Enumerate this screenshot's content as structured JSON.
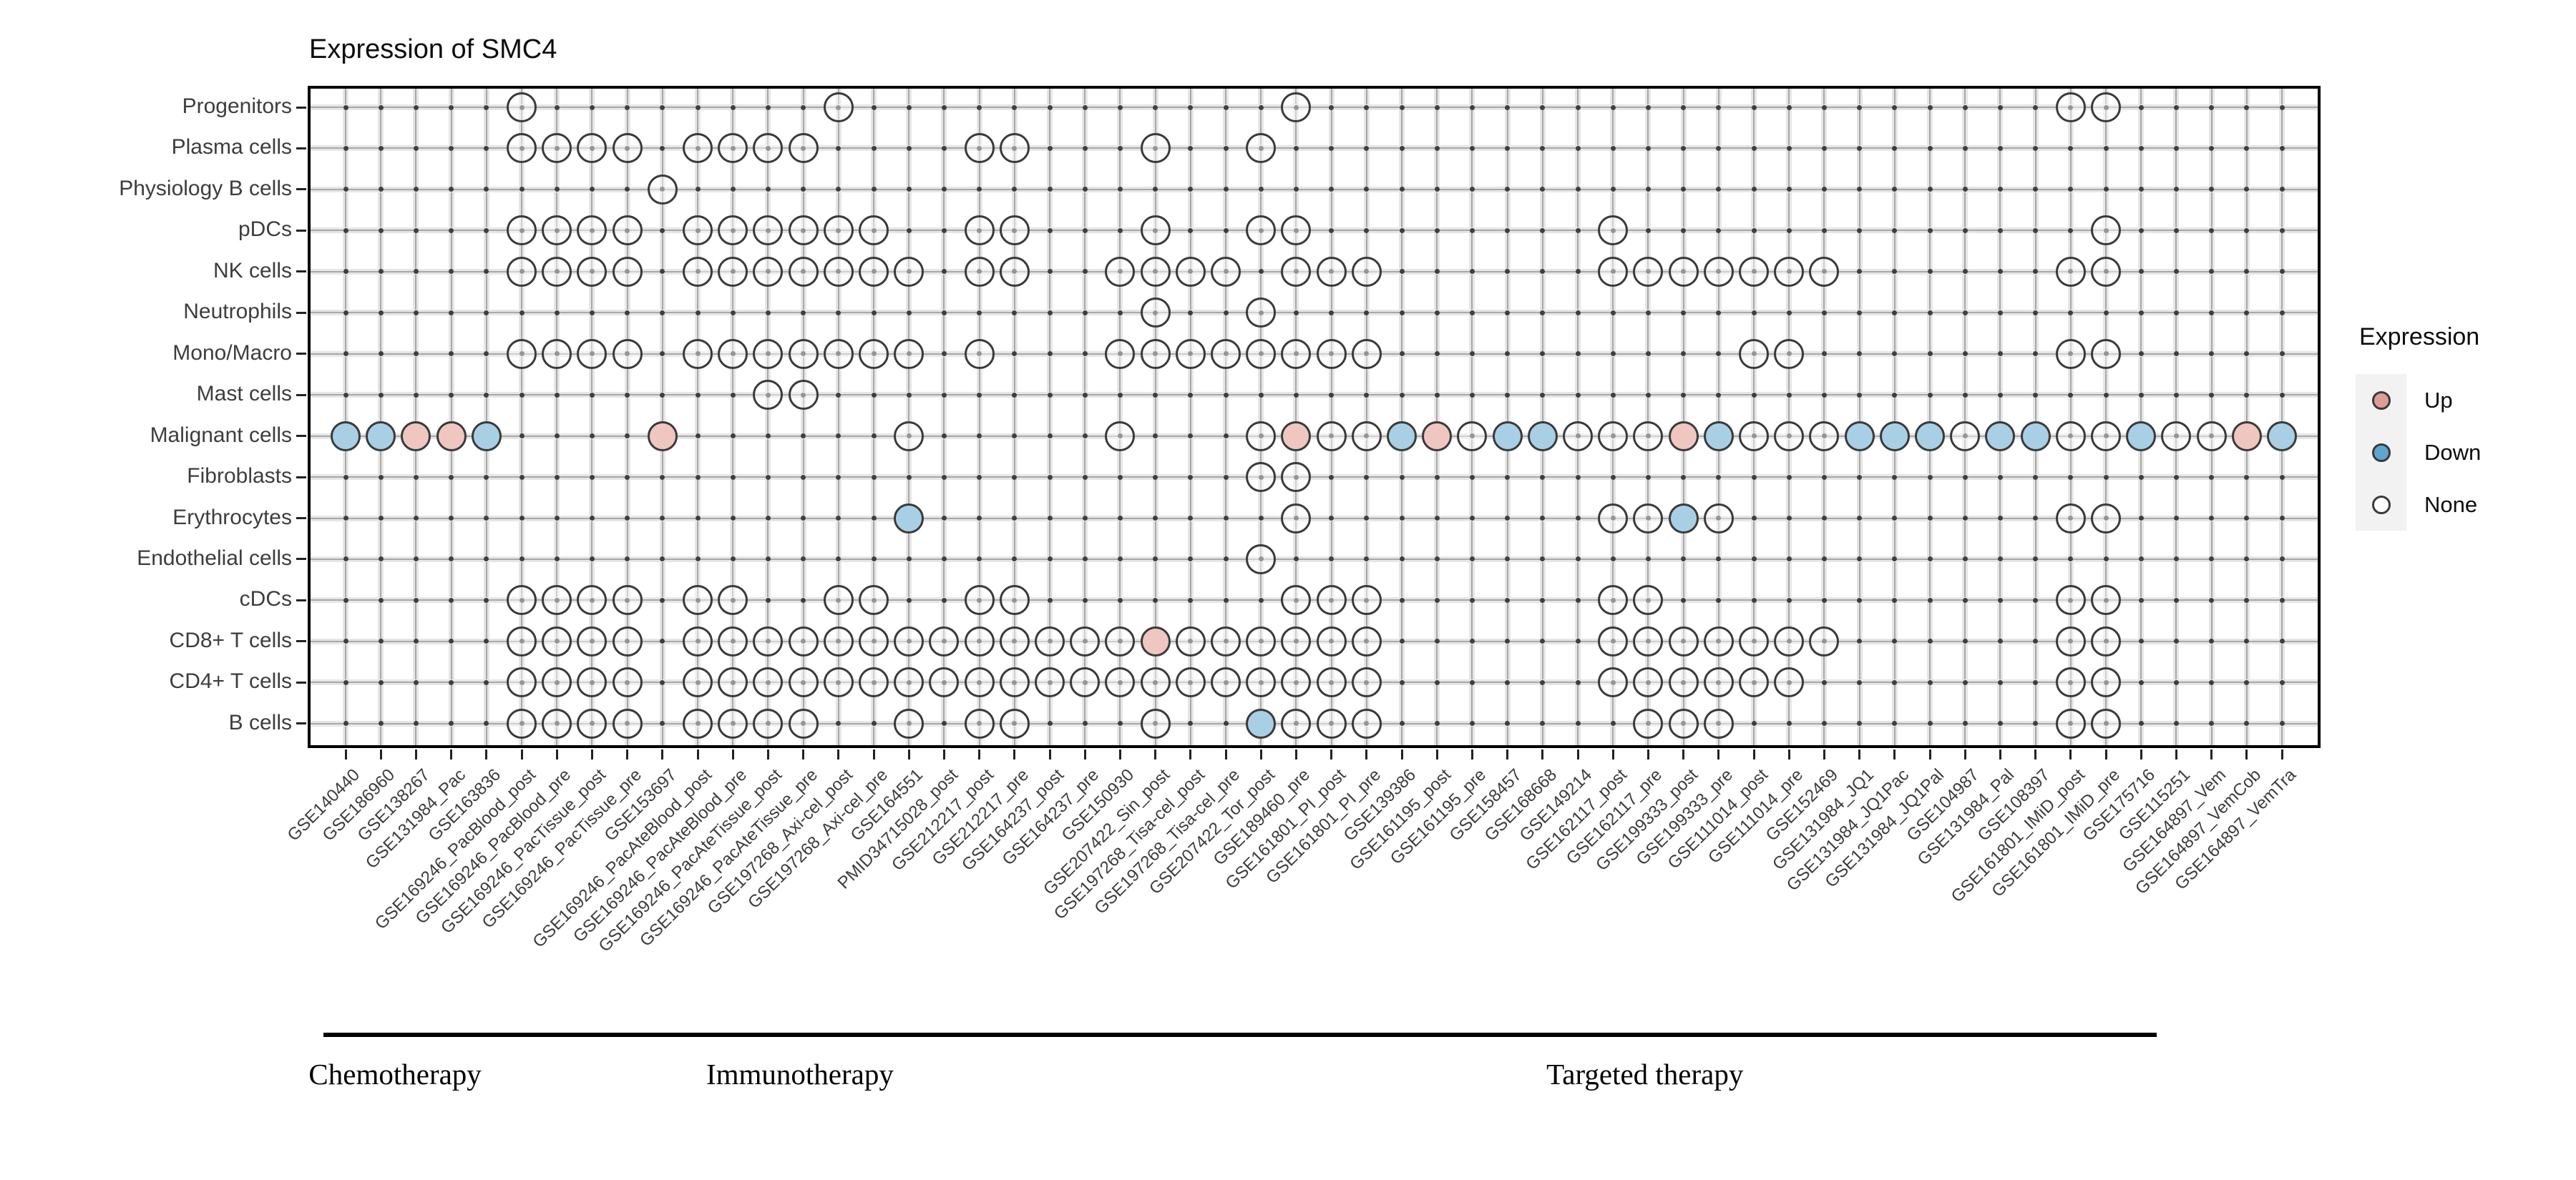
{
  "title": "Expression of SMC4",
  "legend": {
    "title": "Expression",
    "items": [
      {
        "label": "Up",
        "swatch_color": "#DE9D96"
      },
      {
        "label": "Down",
        "swatch_color": "#5EA5CF"
      },
      {
        "label": "None",
        "swatch_color": "#FFFFFF"
      }
    ]
  },
  "groups": [
    {
      "label": "Chemotherapy",
      "from": 1,
      "to": 4
    },
    {
      "label": "Immunotherapy",
      "from": 5,
      "to": 23
    },
    {
      "label": "Targeted therapy",
      "from": 24,
      "to": 52
    }
  ],
  "chart_data": {
    "type": "dot-matrix",
    "title": "Expression of SMC4",
    "legend_states": [
      "Up",
      "Down",
      "None"
    ],
    "state_colors": {
      "up": "#F0C6C1",
      "down": "#A9CFE5",
      "none": "#FFFFFF",
      "outline": "#3A3A3A"
    },
    "rows": [
      "Progenitors",
      "Plasma cells",
      "Physiology B cells",
      "pDCs",
      "NK cells",
      "Neutrophils",
      "Mono/Macro",
      "Mast cells",
      "Malignant cells",
      "Fibroblasts",
      "Erythrocytes",
      "Endothelial cells",
      "cDCs",
      "CD8+ T cells",
      "CD4+ T cells",
      "B cells"
    ],
    "columns": [
      "GSE140440",
      "GSE186960",
      "GSE138267",
      "GSE131984_Pac",
      "GSE163836",
      "GSE169246_PacBlood_post",
      "GSE169246_PacBlood_pre",
      "GSE169246_PacTissue_post",
      "GSE169246_PacTissue_pre",
      "GSE153697",
      "GSE169246_PacAteBlood_post",
      "GSE169246_PacAteBlood_pre",
      "GSE169246_PacAteTissue_post",
      "GSE169246_PacAteTissue_pre",
      "GSE197268_Axi-cel_post",
      "GSE197268_Axi-cel_pre",
      "GSE164551",
      "PMID34715028_post",
      "GSE212217_post",
      "GSE212217_pre",
      "GSE164237_post",
      "GSE164237_pre",
      "GSE150930",
      "GSE207422_Sin_post",
      "GSE197268_Tisa-cel_post",
      "GSE197268_Tisa-cel_pre",
      "GSE207422_Tor_post",
      "GSE189460_pre",
      "GSE161801_PI_post",
      "GSE161801_PI_pre",
      "GSE139386",
      "GSE161195_post",
      "GSE161195_pre",
      "GSE158457",
      "GSE168668",
      "GSE149214",
      "GSE162117_post",
      "GSE162117_pre",
      "GSE199333_post",
      "GSE199333_pre",
      "GSE111014_post",
      "GSE111014_pre",
      "GSE152469",
      "GSE131984_JQ1",
      "GSE131984_JQ1Pac",
      "GSE131984_JQ1Pal",
      "GSE104987",
      "GSE131984_Pal",
      "GSE108397",
      "GSE161801_IMiD_post",
      "GSE161801_IMiD_pre",
      "GSE175716",
      "GSE115251",
      "GSE164897_Vem",
      "GSE164897_VemCob",
      "GSE164897_VemTra"
    ],
    "marks": {
      "Progenitors": {
        "none": [
          6,
          15,
          28,
          50,
          51
        ]
      },
      "Plasma cells": {
        "none": [
          6,
          7,
          8,
          9,
          11,
          12,
          13,
          14,
          19,
          20,
          24,
          27
        ]
      },
      "Physiology B cells": {
        "none": [
          10
        ]
      },
      "pDCs": {
        "none": [
          6,
          7,
          8,
          9,
          11,
          12,
          13,
          14,
          15,
          16,
          19,
          20,
          24,
          27,
          28,
          37,
          51
        ]
      },
      "NK cells": {
        "none": [
          6,
          7,
          8,
          9,
          11,
          12,
          13,
          14,
          15,
          16,
          17,
          19,
          20,
          23,
          24,
          25,
          26,
          28,
          29,
          30,
          37,
          38,
          39,
          40,
          41,
          42,
          43,
          50,
          51
        ]
      },
      "Neutrophils": {
        "none": [
          24,
          27
        ]
      },
      "Mono/Macro": {
        "none": [
          6,
          7,
          8,
          9,
          11,
          12,
          13,
          14,
          15,
          16,
          17,
          19,
          23,
          24,
          25,
          26,
          27,
          28,
          29,
          30,
          41,
          42,
          50,
          51
        ]
      },
      "Mast cells": {
        "none": [
          13,
          14
        ]
      },
      "Malignant cells": {
        "up": [
          3,
          4,
          10,
          28,
          32,
          39,
          55
        ],
        "down": [
          1,
          2,
          5,
          31,
          34,
          35,
          40,
          44,
          45,
          46,
          48,
          49,
          52,
          56
        ],
        "none": [
          17,
          23,
          27,
          29,
          30,
          33,
          36,
          37,
          38,
          41,
          42,
          43,
          47,
          50,
          51,
          53,
          54
        ]
      },
      "Fibroblasts": {
        "none": [
          27,
          28
        ]
      },
      "Erythrocytes": {
        "down": [
          17,
          39
        ],
        "none": [
          28,
          37,
          38,
          40,
          50,
          51
        ]
      },
      "Endothelial cells": {
        "none": [
          27
        ]
      },
      "cDCs": {
        "none": [
          6,
          7,
          8,
          9,
          11,
          12,
          15,
          16,
          19,
          20,
          28,
          29,
          30,
          37,
          38,
          50,
          51
        ]
      },
      "CD8+ T cells": {
        "up": [
          24
        ],
        "none": [
          6,
          7,
          8,
          9,
          11,
          12,
          13,
          14,
          15,
          16,
          17,
          18,
          19,
          20,
          21,
          22,
          23,
          25,
          26,
          27,
          28,
          29,
          30,
          37,
          38,
          39,
          40,
          41,
          42,
          43,
          50,
          51
        ]
      },
      "CD4+ T cells": {
        "none": [
          6,
          7,
          8,
          9,
          11,
          12,
          13,
          14,
          15,
          16,
          17,
          18,
          19,
          20,
          21,
          22,
          23,
          24,
          25,
          26,
          27,
          28,
          29,
          30,
          37,
          38,
          39,
          40,
          41,
          42,
          50,
          51
        ]
      },
      "B cells": {
        "down": [
          27
        ],
        "none": [
          6,
          7,
          8,
          9,
          11,
          12,
          13,
          14,
          17,
          19,
          20,
          24,
          28,
          29,
          30,
          38,
          39,
          40,
          50,
          51
        ]
      }
    }
  }
}
